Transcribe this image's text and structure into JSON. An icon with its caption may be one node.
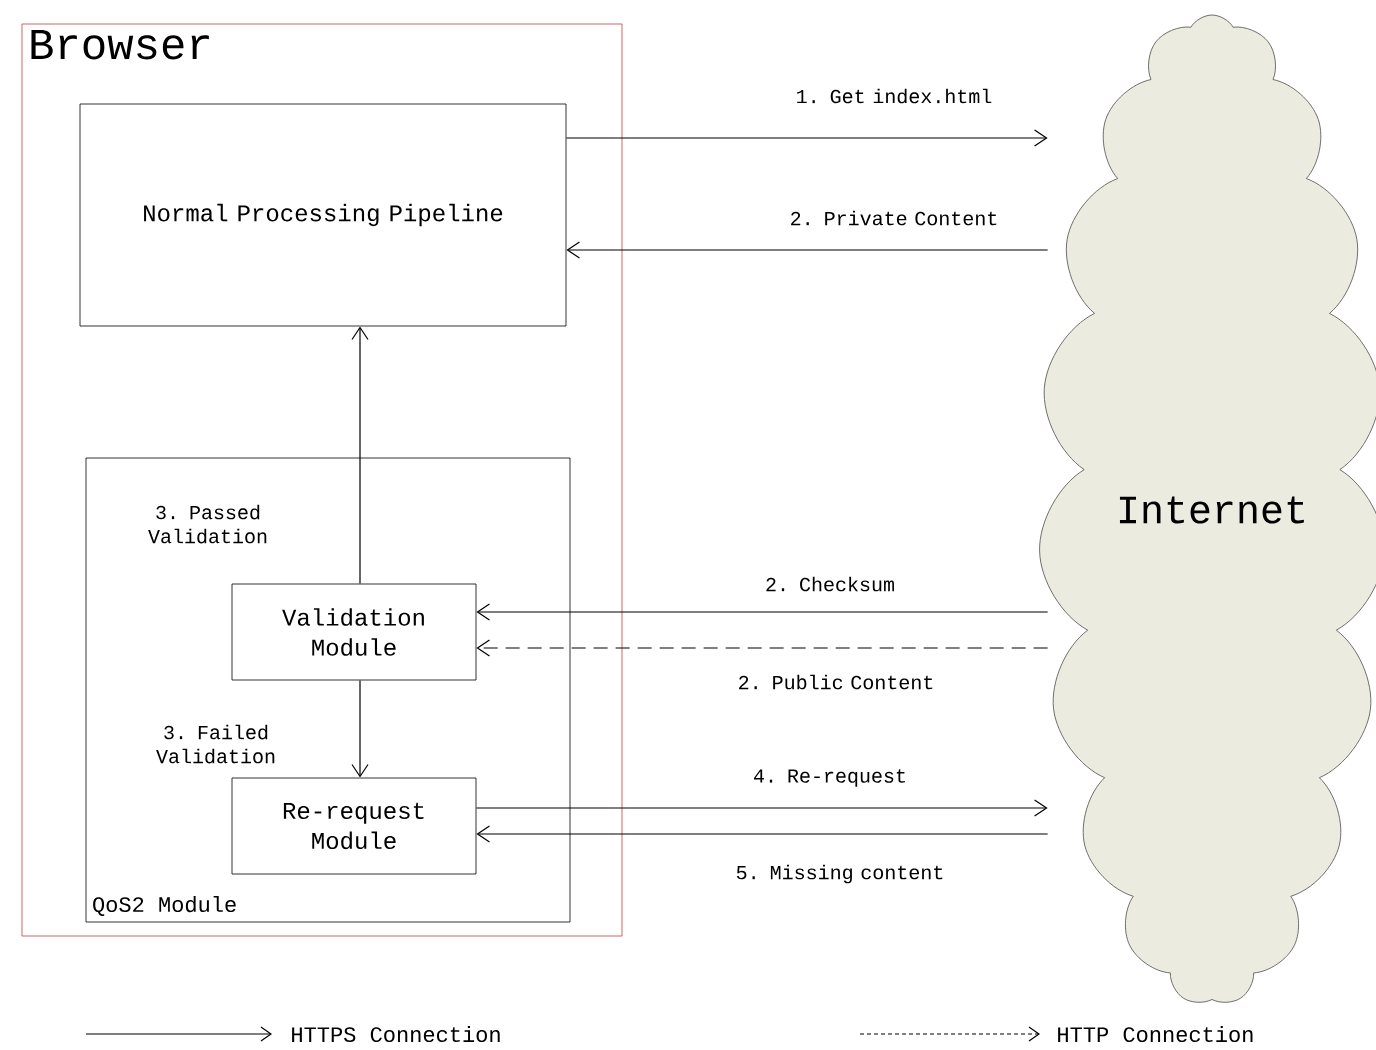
{
  "diagram": {
    "nodes": [
      {
        "text": [
          "Browser"
        ]
      },
      {
        "text": [
          "Normal Processing Pipeline"
        ],
        "in": 0
      },
      {
        "text": [
          "QoS2 Module"
        ],
        "in": 0
      },
      {
        "text": [
          "Validation Module"
        ],
        "in": 2
      },
      {
        "text": [
          "Re-request Module"
        ],
        "in": 2
      },
      {
        "text": [
          "Internet"
        ]
      }
    ],
    "edges": [
      {
        "from": 1,
        "to": 5,
        "arrow": "to",
        "label": "1. Get index.html"
      },
      {
        "from": 5,
        "to": 1,
        "arrow": "to",
        "label": "2. Private Content"
      },
      {
        "from": 3,
        "to": 1,
        "arrow": "to",
        "label": "3. Passed Validation"
      },
      {
        "from": 5,
        "to": 3,
        "arrow": "to",
        "label": "2. Checksum"
      },
      {
        "from": 5,
        "to": 3,
        "arrow": "to",
        "label": "2. Public Content",
        "style": "dashed"
      },
      {
        "from": 3,
        "to": 4,
        "arrow": "to",
        "label": "3. Failed Validation"
      },
      {
        "from": 4,
        "to": 5,
        "arrow": "to",
        "label": "4. Re-request"
      },
      {
        "from": 5,
        "to": 4,
        "arrow": "to",
        "label": "5. Missing content"
      }
    ],
    "legend": [
      {
        "text": "HTTPS Connection"
      },
      {
        "text": "HTTP Connection"
      }
    ]
  }
}
